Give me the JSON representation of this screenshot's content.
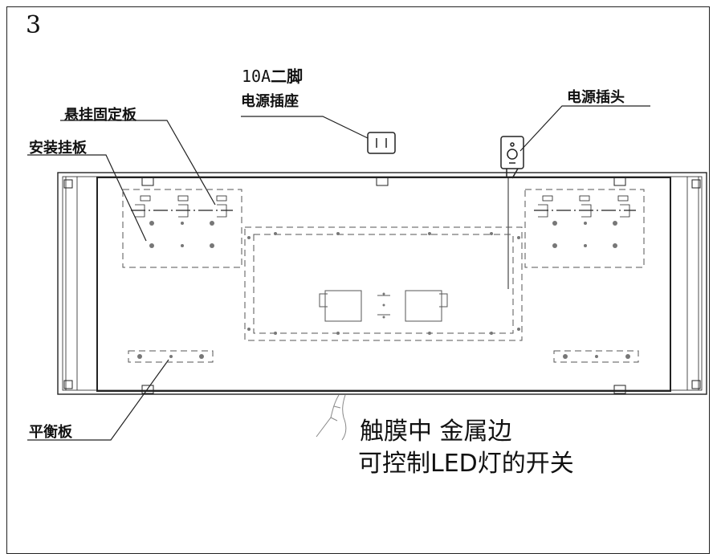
{
  "step_number": "3",
  "labels": {
    "outlet_line1_rating": "10A",
    "outlet_line1_type": "二脚",
    "outlet_line2": "电源插座",
    "hanging_plate": "悬挂固定板",
    "mounting_plate": "安装挂板",
    "power_plug": "电源插头",
    "balance_plate": "平衡板"
  },
  "note": {
    "line1": "触膜中 金属边",
    "line2": "可控制LED灯的开关"
  },
  "colors": {
    "line": "#222222",
    "dashed": "#555555",
    "dot": "#777777"
  },
  "icons": [
    "wall-outlet-icon",
    "power-plug-icon",
    "touch-hand-icon"
  ]
}
